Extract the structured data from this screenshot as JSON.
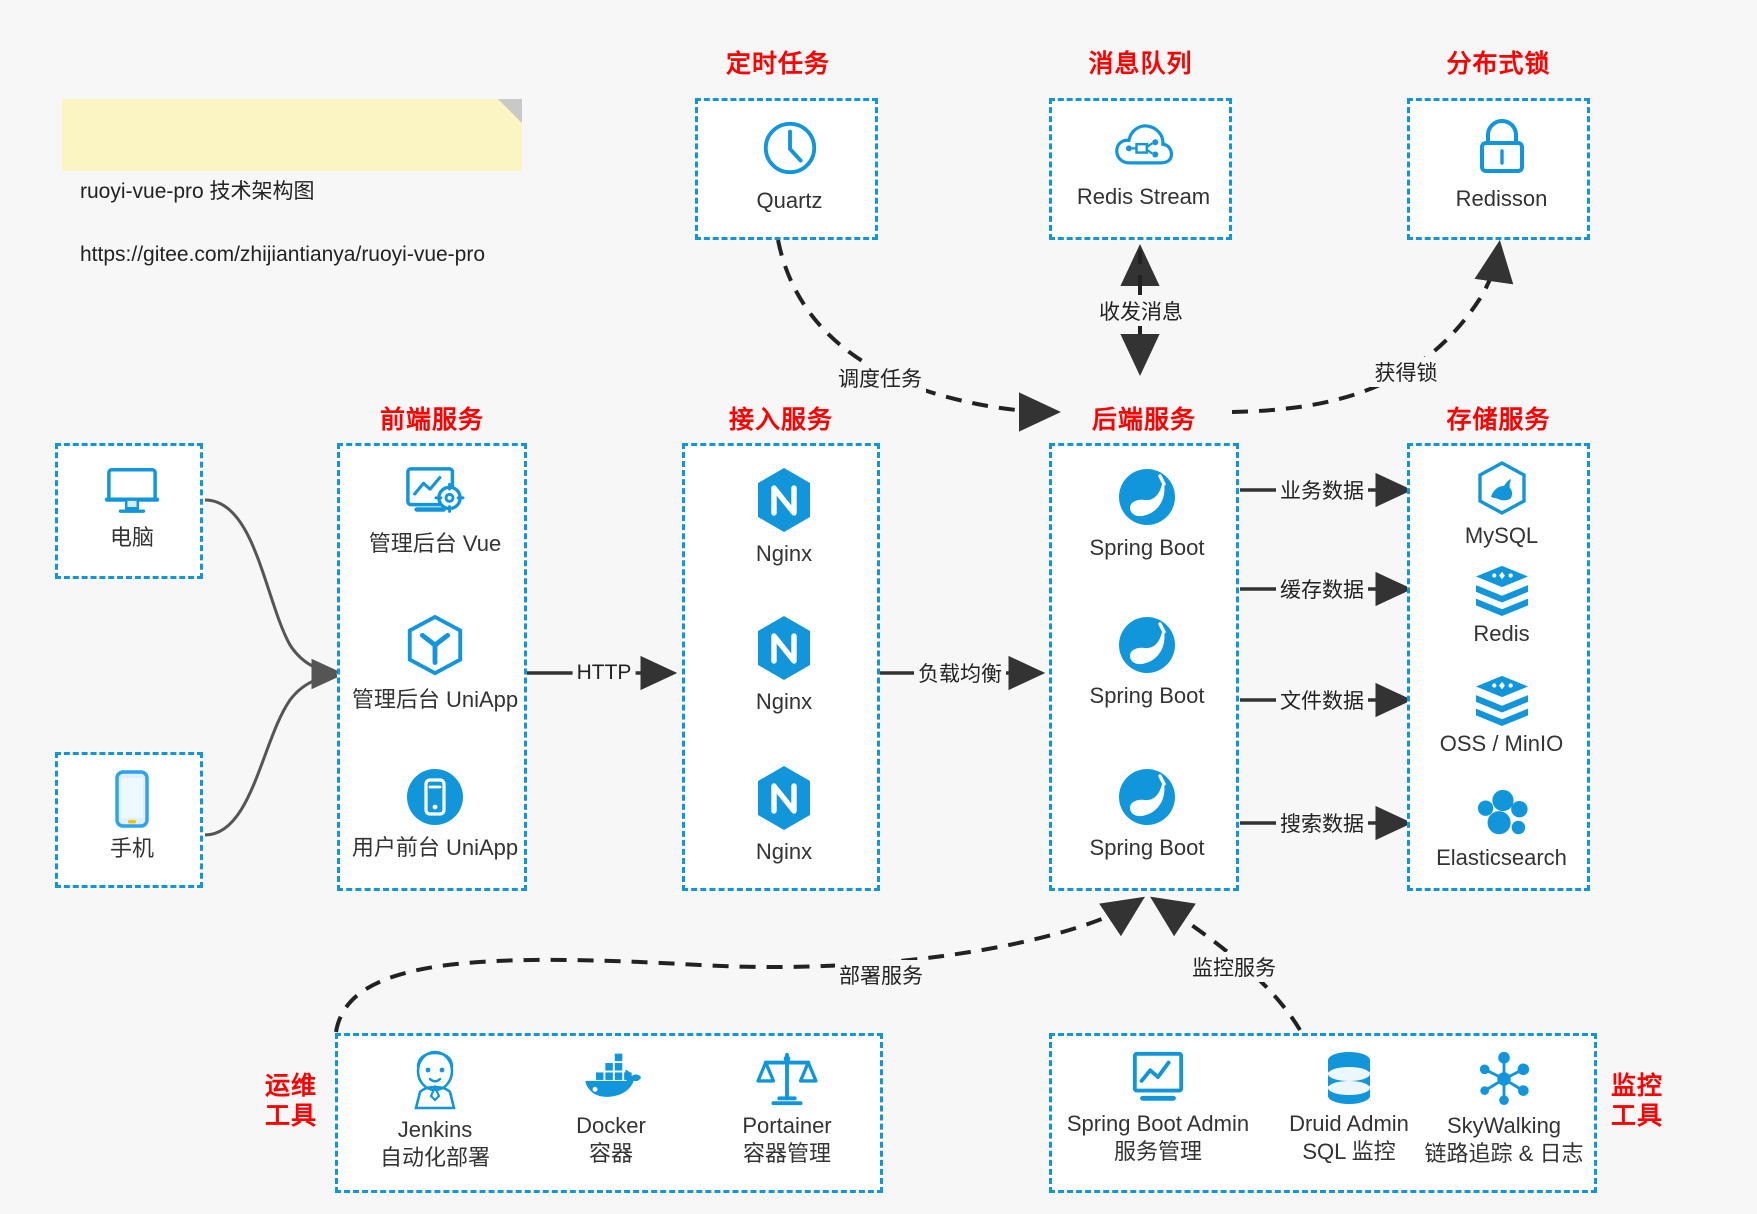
{
  "note": {
    "line1": "ruoyi-vue-pro 技术架构图",
    "line2": "https://gitee.com/zhijiantianya/ruoyi-vue-pro"
  },
  "colors": {
    "box_border": "#1296db",
    "group_title": "#ff0000",
    "icon_blue": "#1296db",
    "edge": "#333333",
    "background": "#f7f7f7",
    "note_bg": "#fbf5c4"
  },
  "groups": {
    "scheduled_task": {
      "title": "定时任务",
      "items": [
        {
          "label": "Quartz",
          "icon": "clock-icon"
        }
      ]
    },
    "message_queue": {
      "title": "消息队列",
      "items": [
        {
          "label": "Redis Stream",
          "icon": "cloud-stream-icon"
        }
      ]
    },
    "distributed_lock": {
      "title": "分布式锁",
      "items": [
        {
          "label": "Redisson",
          "icon": "lock-icon"
        }
      ]
    },
    "client_pc": {
      "title": "",
      "items": [
        {
          "label": "电脑",
          "icon": "desktop-monitor-icon"
        }
      ]
    },
    "client_phone": {
      "title": "",
      "items": [
        {
          "label": "手机",
          "icon": "smartphone-icon"
        }
      ]
    },
    "frontend": {
      "title": "前端服务",
      "items": [
        {
          "label": "管理后台 Vue",
          "icon": "dashboard-gear-icon"
        },
        {
          "label": "管理后台 UniApp",
          "icon": "uniapp-hexagon-icon"
        },
        {
          "label": "用户前台 UniApp",
          "icon": "mobile-circle-icon"
        }
      ]
    },
    "gateway": {
      "title": "接入服务",
      "items": [
        {
          "label": "Nginx",
          "icon": "nginx-icon"
        },
        {
          "label": "Nginx",
          "icon": "nginx-icon"
        },
        {
          "label": "Nginx",
          "icon": "nginx-icon"
        }
      ]
    },
    "backend": {
      "title": "后端服务",
      "items": [
        {
          "label": "Spring Boot",
          "icon": "spring-boot-icon"
        },
        {
          "label": "Spring Boot",
          "icon": "spring-boot-icon"
        },
        {
          "label": "Spring Boot",
          "icon": "spring-boot-icon"
        }
      ]
    },
    "storage": {
      "title": "存储服务",
      "items": [
        {
          "label": "MySQL",
          "icon": "mysql-icon"
        },
        {
          "label": "Redis",
          "icon": "redis-icon"
        },
        {
          "label": "OSS / MinIO",
          "icon": "redis-icon"
        },
        {
          "label": "Elasticsearch",
          "icon": "elasticsearch-icon"
        }
      ]
    },
    "devops": {
      "title": "运维\n工具",
      "items": [
        {
          "label": "Jenkins",
          "sub": "自动化部署",
          "icon": "jenkins-icon"
        },
        {
          "label": "Docker",
          "sub": "容器",
          "icon": "docker-icon"
        },
        {
          "label": "Portainer",
          "sub": "容器管理",
          "icon": "scales-icon"
        }
      ]
    },
    "monitoring": {
      "title": "监控\n工具",
      "items": [
        {
          "label": "Spring Boot Admin",
          "sub": "服务管理",
          "icon": "chart-monitor-icon"
        },
        {
          "label": "Druid Admin",
          "sub": "SQL 监控",
          "icon": "database-stack-icon"
        },
        {
          "label": "SkyWalking",
          "sub": "链路追踪 & 日志",
          "icon": "skywalking-node-icon"
        }
      ]
    }
  },
  "edges": [
    {
      "id": "pc-to-frontend",
      "label": "",
      "style": "solid-curve"
    },
    {
      "id": "phone-to-frontend",
      "label": "",
      "style": "solid-curve"
    },
    {
      "id": "frontend-to-gateway",
      "label": "HTTP",
      "style": "solid"
    },
    {
      "id": "gateway-to-backend",
      "label": "负载均衡",
      "style": "solid"
    },
    {
      "id": "quartz-to-backend",
      "label": "调度任务",
      "style": "dashed-curve"
    },
    {
      "id": "backend-to-mq",
      "label": "收发消息",
      "style": "dashed-bidir"
    },
    {
      "id": "backend-to-lock",
      "label": "获得锁",
      "style": "dashed-curve"
    },
    {
      "id": "backend-to-mysql",
      "label": "业务数据",
      "style": "solid"
    },
    {
      "id": "backend-to-redis",
      "label": "缓存数据",
      "style": "solid"
    },
    {
      "id": "backend-to-oss",
      "label": "文件数据",
      "style": "solid"
    },
    {
      "id": "backend-to-es",
      "label": "搜索数据",
      "style": "solid"
    },
    {
      "id": "devops-to-backend",
      "label": "部署服务",
      "style": "dashed-curve"
    },
    {
      "id": "monitoring-to-backend",
      "label": "监控服务",
      "style": "dashed-curve"
    }
  ]
}
